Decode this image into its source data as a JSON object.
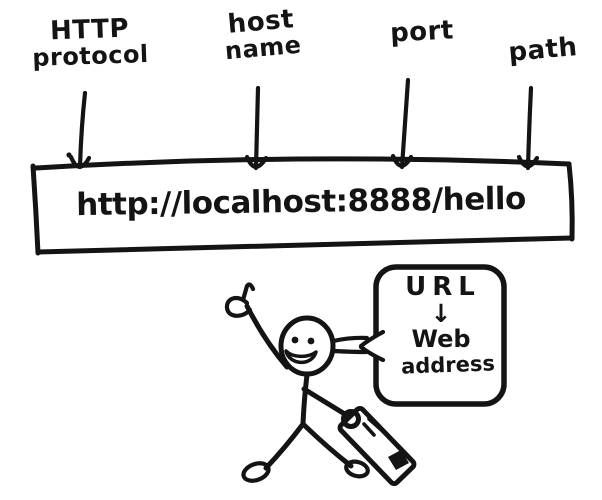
{
  "colors": {
    "ink": "#141414",
    "paper": "#ffffff"
  },
  "annotations": {
    "protocol": {
      "line1": "HTTP",
      "line2": "protocol"
    },
    "host": {
      "line1": "host",
      "line2": "name"
    },
    "port": {
      "line1": "port"
    },
    "path": {
      "line1": "path"
    }
  },
  "url_box": {
    "url": "http://localhost:8888/hello"
  },
  "speech_bubble": {
    "title": "URL",
    "arrow": "↓",
    "word1": "Web",
    "word2": "address"
  }
}
